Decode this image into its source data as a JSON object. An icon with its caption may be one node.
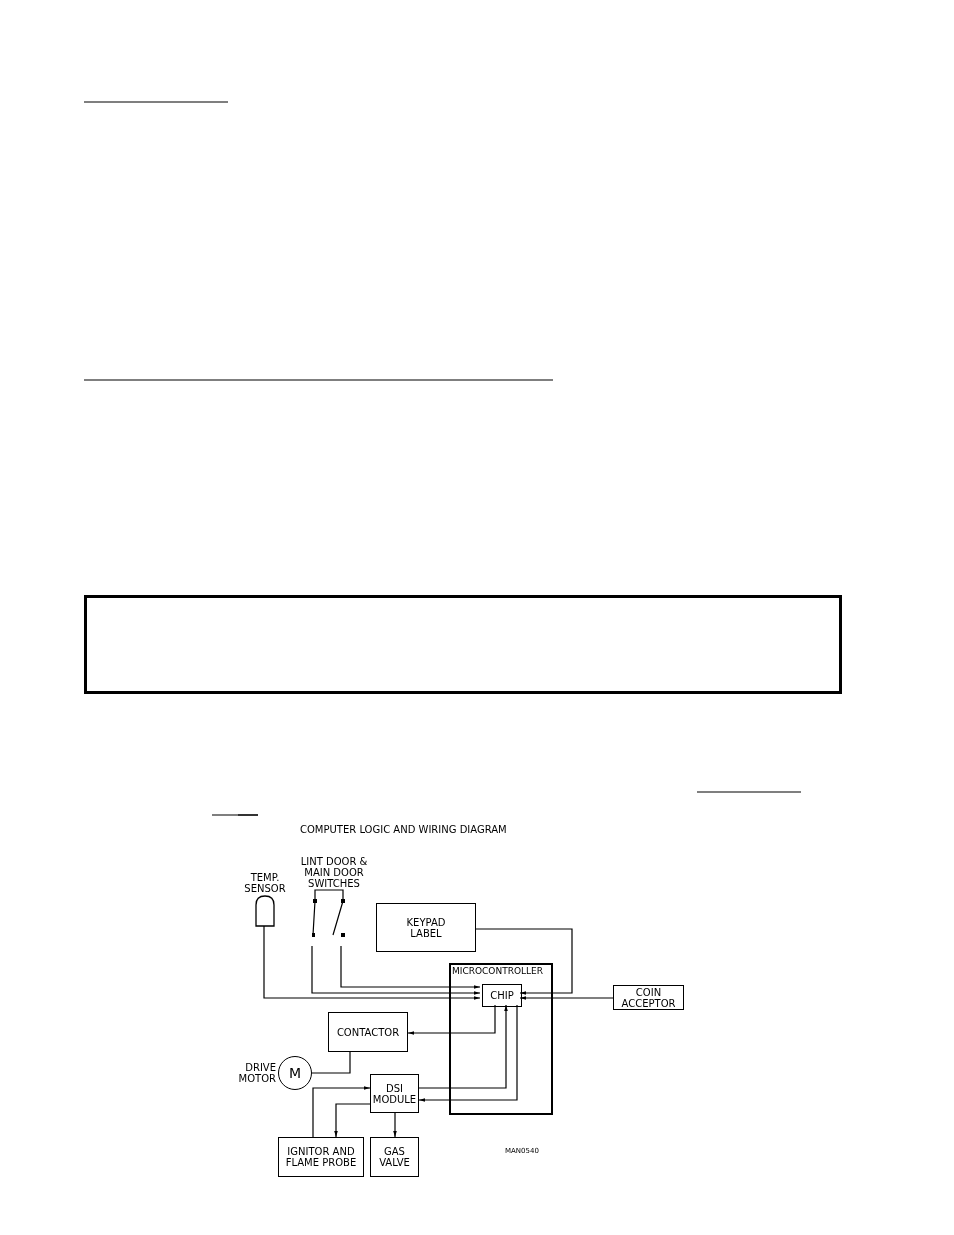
{
  "diagram": {
    "title": "COMPUTER LOGIC AND WIRING DIAGRAM",
    "nodes": [
      {
        "text": [
          "TEMP. SENSOR"
        ]
      },
      {
        "text": [
          "LINT DOOR & MAIN DOOR SWITCHES"
        ]
      },
      {
        "text": [
          "KEYPAD LABEL"
        ]
      },
      {
        "text": [
          "MICROCONTROLLER"
        ]
      },
      {
        "text": [
          "CHIP"
        ],
        "in": 3
      },
      {
        "text": [
          "COIN ACCEPTOR"
        ]
      },
      {
        "text": [
          "CONTACTOR"
        ]
      },
      {
        "text": [
          "M"
        ],
        "beside": [
          "DRIVE MOTOR"
        ]
      },
      {
        "text": [
          "DSI MODULE"
        ]
      },
      {
        "text": [
          "IGNITOR AND FLAME PROBE"
        ]
      },
      {
        "text": [
          "GAS VALVE"
        ]
      }
    ],
    "edges": [
      {
        "from": 0,
        "to": 4,
        "arrow": "to"
      },
      {
        "from": 1,
        "to": 4,
        "arrow": "to"
      },
      {
        "from": 1,
        "to": 4,
        "arrow": "to"
      },
      {
        "from": 2,
        "to": 4,
        "arrow": "to"
      },
      {
        "from": 5,
        "to": 4,
        "arrow": "to"
      },
      {
        "from": 4,
        "to": 6,
        "arrow": "to"
      },
      {
        "from": 6,
        "to": 7,
        "arrow": "none"
      },
      {
        "from": 8,
        "to": 4,
        "arrow": "to"
      },
      {
        "from": 4,
        "to": 8,
        "arrow": "to"
      },
      {
        "from": 9,
        "to": 8,
        "arrow": "to"
      },
      {
        "from": 8,
        "to": 9,
        "arrow": "to"
      },
      {
        "from": 8,
        "to": 10,
        "arrow": "to"
      }
    ],
    "labels": [
      "MAN0540"
    ]
  }
}
